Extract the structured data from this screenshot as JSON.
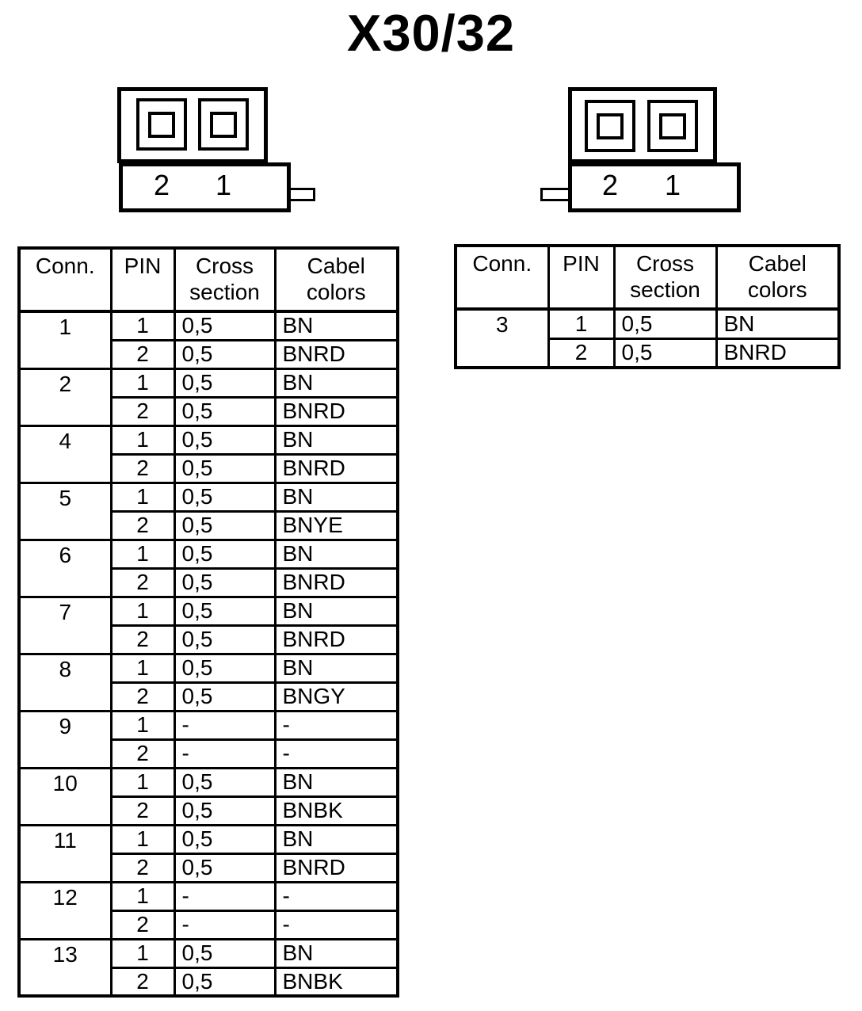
{
  "page_title": "X30/32",
  "colors": {
    "ink": "#000000",
    "paper": "#ffffff"
  },
  "connectors": [
    {
      "id": "left",
      "cavities": 2,
      "tab_side": "right",
      "pin_labels": [
        "2",
        "1"
      ]
    },
    {
      "id": "right",
      "cavities": 2,
      "tab_side": "left",
      "pin_labels": [
        "2",
        "1"
      ]
    }
  ],
  "tables": [
    {
      "headers": [
        [
          "Conn."
        ],
        [
          "PIN"
        ],
        [
          "Cross",
          "section"
        ],
        [
          "Cabel",
          "colors"
        ]
      ],
      "groups": [
        {
          "conn": "1",
          "pins": [
            {
              "pin": "1",
              "cross_section": "0,5",
              "cable_color": "BN"
            },
            {
              "pin": "2",
              "cross_section": "0,5",
              "cable_color": "BNRD"
            }
          ]
        },
        {
          "conn": "2",
          "pins": [
            {
              "pin": "1",
              "cross_section": "0,5",
              "cable_color": "BN"
            },
            {
              "pin": "2",
              "cross_section": "0,5",
              "cable_color": "BNRD"
            }
          ]
        },
        {
          "conn": "4",
          "pins": [
            {
              "pin": "1",
              "cross_section": "0,5",
              "cable_color": "BN"
            },
            {
              "pin": "2",
              "cross_section": "0,5",
              "cable_color": "BNRD"
            }
          ]
        },
        {
          "conn": "5",
          "pins": [
            {
              "pin": "1",
              "cross_section": "0,5",
              "cable_color": "BN"
            },
            {
              "pin": "2",
              "cross_section": "0,5",
              "cable_color": "BNYE"
            }
          ]
        },
        {
          "conn": "6",
          "pins": [
            {
              "pin": "1",
              "cross_section": "0,5",
              "cable_color": "BN"
            },
            {
              "pin": "2",
              "cross_section": "0,5",
              "cable_color": "BNRD"
            }
          ]
        },
        {
          "conn": "7",
          "pins": [
            {
              "pin": "1",
              "cross_section": "0,5",
              "cable_color": "BN"
            },
            {
              "pin": "2",
              "cross_section": "0,5",
              "cable_color": "BNRD"
            }
          ]
        },
        {
          "conn": "8",
          "pins": [
            {
              "pin": "1",
              "cross_section": "0,5",
              "cable_color": "BN"
            },
            {
              "pin": "2",
              "cross_section": "0,5",
              "cable_color": "BNGY"
            }
          ]
        },
        {
          "conn": "9",
          "pins": [
            {
              "pin": "1",
              "cross_section": "-",
              "cable_color": "-"
            },
            {
              "pin": "2",
              "cross_section": "-",
              "cable_color": "-"
            }
          ]
        },
        {
          "conn": "10",
          "pins": [
            {
              "pin": "1",
              "cross_section": "0,5",
              "cable_color": "BN"
            },
            {
              "pin": "2",
              "cross_section": "0,5",
              "cable_color": "BNBK"
            }
          ]
        },
        {
          "conn": "11",
          "pins": [
            {
              "pin": "1",
              "cross_section": "0,5",
              "cable_color": "BN"
            },
            {
              "pin": "2",
              "cross_section": "0,5",
              "cable_color": "BNRD"
            }
          ]
        },
        {
          "conn": "12",
          "pins": [
            {
              "pin": "1",
              "cross_section": "-",
              "cable_color": "-"
            },
            {
              "pin": "2",
              "cross_section": "-",
              "cable_color": "-"
            }
          ]
        },
        {
          "conn": "13",
          "pins": [
            {
              "pin": "1",
              "cross_section": "0,5",
              "cable_color": "BN"
            },
            {
              "pin": "2",
              "cross_section": "0,5",
              "cable_color": "BNBK"
            }
          ]
        }
      ]
    },
    {
      "headers": [
        [
          "Conn."
        ],
        [
          "PIN"
        ],
        [
          "Cross",
          "section"
        ],
        [
          "Cabel",
          "colors"
        ]
      ],
      "groups": [
        {
          "conn": "3",
          "pins": [
            {
              "pin": "1",
              "cross_section": "0,5",
              "cable_color": "BN"
            },
            {
              "pin": "2",
              "cross_section": "0,5",
              "cable_color": "BNRD"
            }
          ]
        }
      ]
    }
  ]
}
